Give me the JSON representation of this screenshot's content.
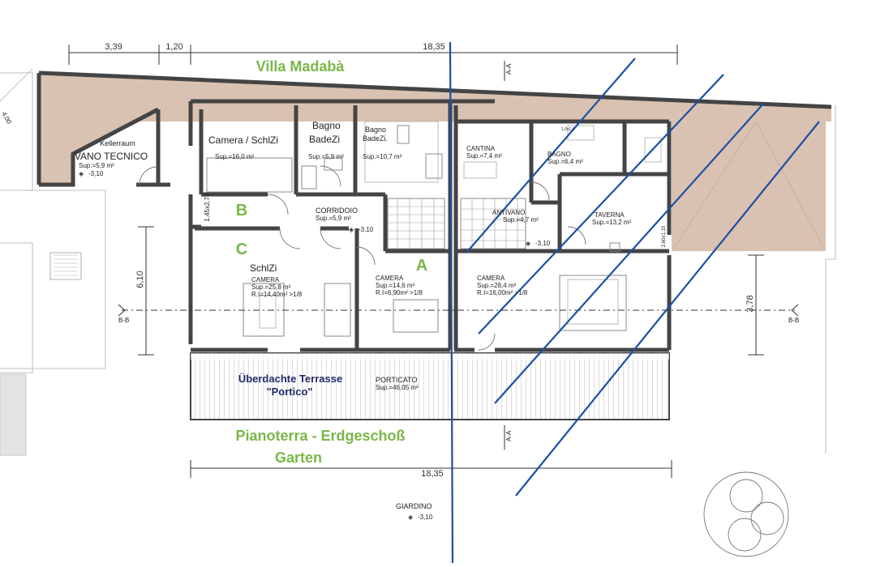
{
  "title": "Villa Madabà",
  "floor_label": "Pianoterra - Erdgeschoß",
  "garden_label": "Garten",
  "dimensions": {
    "top_a": "3,39",
    "top_b": "1,20",
    "top_c": "18,35",
    "bottom": "18,35",
    "left_v": "6,10",
    "right_v": "3,78",
    "corner": "4,00",
    "small_v": "1,45x2,70",
    "small_r": "2,60x1,10"
  },
  "section_marks": {
    "bb_left": "B-B",
    "bb_right": "B-B",
    "aa_top": "A-A",
    "aa_bottom": "A-A"
  },
  "unit_letters": {
    "a": "A",
    "b": "B",
    "c": "C"
  },
  "rooms": {
    "kellerraum": {
      "name": "Kellerraum"
    },
    "vano": {
      "name": "VANO TECNICO",
      "area": "Sup.=5,9 m²",
      "level": "-3,10"
    },
    "camera_schlzi": {
      "name": "Camera / SchlZi",
      "area": "Sup.=16,0 m²"
    },
    "bagno1": {
      "name1": "Bagno",
      "name2": "BadeZi",
      "area": "Sup.=5,9 m²"
    },
    "bagno2": {
      "name1": "Bagno",
      "name2": "BadeZi.",
      "area": "Sup.=10,7 m²"
    },
    "corridoio": {
      "name": "CORRIDOIO",
      "area": "Sup.=5,9 m²",
      "level": "-3,10"
    },
    "schlzi": {
      "label": "SchlZi",
      "name": "CAMERA",
      "area": "Sup.=25,8 m²",
      "ri": "R.I=14,40m² >1/8"
    },
    "camera_a": {
      "name": "CAMERA",
      "area": "Sup.=14,6 m²",
      "ri": "R.I=6,90m² >1/8"
    },
    "cantina": {
      "name": "CANTINA",
      "area": "Sup.=7,4 m²"
    },
    "bagno3": {
      "name": "BAGNO",
      "area": "Sup.=6,4 m²",
      "code": "1,0x1,0"
    },
    "antivano": {
      "name": "ANTIVANO",
      "area": "Sup.=4,7 m²",
      "level": "-3,10"
    },
    "taverna": {
      "name": "TAVERNA",
      "area": "Sup.=13,2 m²"
    },
    "camera_r": {
      "name": "CAMERA",
      "area": "Sup.=28,4 m²",
      "ri": "R.I=16,00m² >1/8"
    },
    "terrace": {
      "line1": "Überdachte Terrasse",
      "line2": "\"Portico\""
    },
    "porticato": {
      "name": "PORTICATO",
      "area": "Sup.=46,05 m²"
    },
    "giardino": {
      "name": "GIARDINO",
      "level": "-3,10"
    }
  },
  "colors": {
    "hatch": "#d9c2b1",
    "wall": "#444444",
    "accent_green": "#7ab648",
    "navy": "#1f2a6b",
    "blue_line": "#1d4fa3"
  }
}
